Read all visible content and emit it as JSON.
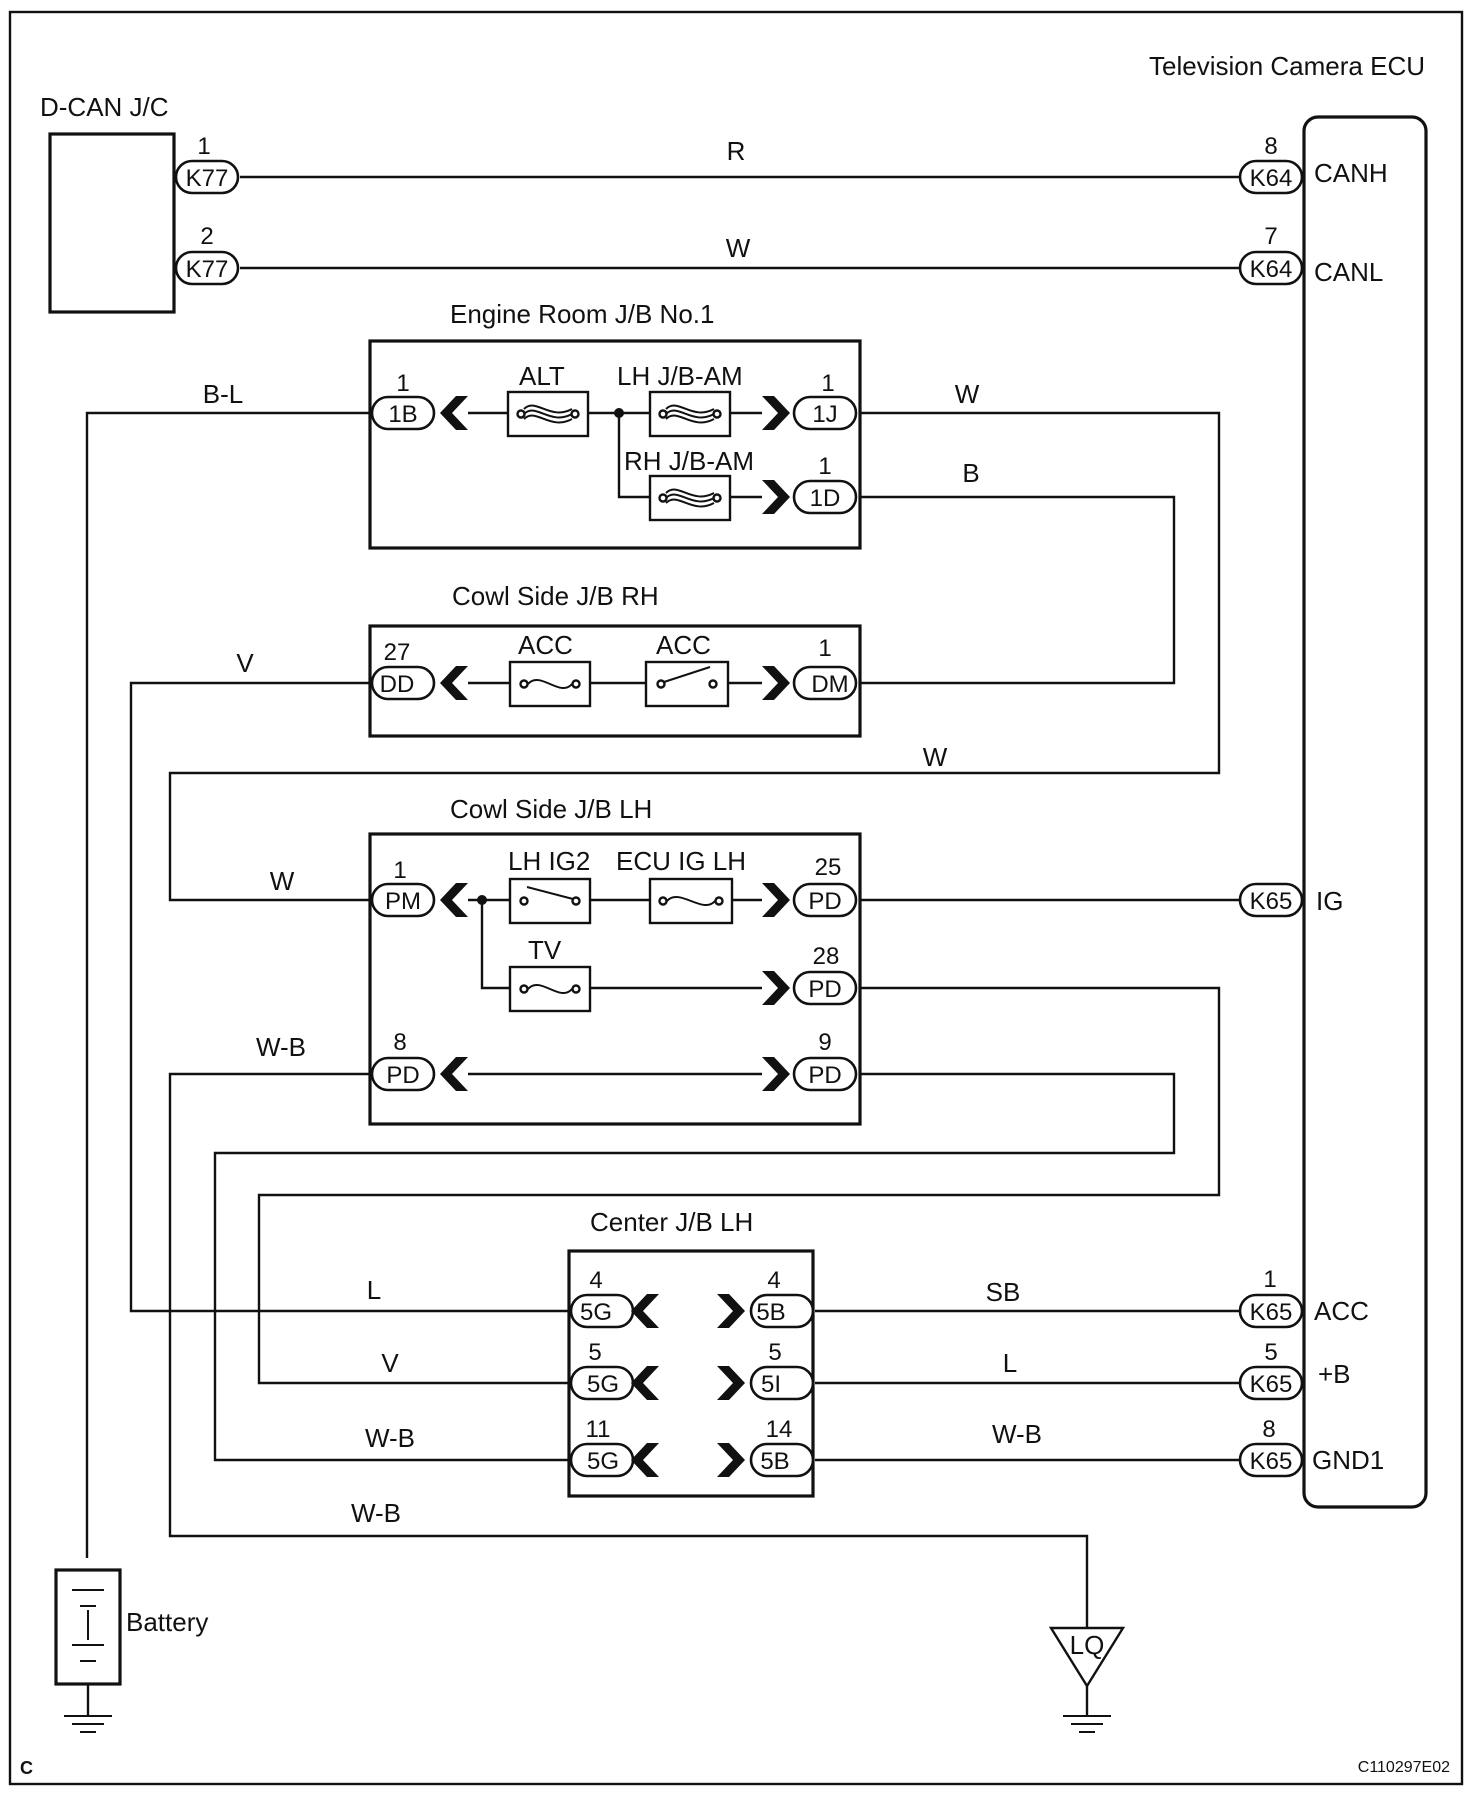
{
  "page": {
    "code": "C",
    "figure_id": "C110297E02"
  },
  "components": {
    "dcan": {
      "label": "D-CAN J/C"
    },
    "ecu": {
      "label": "Television Camera ECU"
    },
    "engine_jb": {
      "label": "Engine Room  J/B No.1"
    },
    "cowl_rh": {
      "label": "Cowl Side J/B RH"
    },
    "cowl_lh": {
      "label": "Cowl Side J/B LH"
    },
    "center_jb": {
      "label": "Center J/B LH"
    },
    "battery": {
      "label": "Battery"
    },
    "ground": {
      "label": "LQ"
    }
  },
  "fuses": {
    "alt": "ALT",
    "lh_jb_am": "LH J/B-AM",
    "rh_jb_am": "RH J/B-AM",
    "acc_fuse": "ACC",
    "acc_relay": "ACC",
    "lh_ig2": "LH IG2",
    "ecu_ig_lh": "ECU IG LH",
    "tv": "TV"
  },
  "connectors": {
    "k77_1": {
      "id": "K77",
      "pin": "1"
    },
    "k77_2": {
      "id": "K77",
      "pin": "2"
    },
    "k64_8": {
      "id": "K64",
      "pin": "8"
    },
    "k64_7": {
      "id": "K64",
      "pin": "7"
    },
    "k65_ig": {
      "id": "K65",
      "pin": ""
    },
    "k65_1": {
      "id": "K65",
      "pin": "1"
    },
    "k65_5": {
      "id": "K65",
      "pin": "5"
    },
    "k65_8": {
      "id": "K65",
      "pin": "8"
    },
    "eng_1b": {
      "id": "1B",
      "pin": "1"
    },
    "eng_1j": {
      "id": "1J",
      "pin": "1"
    },
    "eng_1d": {
      "id": "1D",
      "pin": "1"
    },
    "rh_dd": {
      "id": "DD",
      "pin": "27"
    },
    "rh_dm": {
      "id": "DM",
      "pin": "1"
    },
    "lh_pm": {
      "id": "PM",
      "pin": "1"
    },
    "lh_pd25": {
      "id": "PD",
      "pin": "25"
    },
    "lh_pd28": {
      "id": "PD",
      "pin": "28"
    },
    "lh_pd8": {
      "id": "PD",
      "pin": "8"
    },
    "lh_pd9": {
      "id": "PD",
      "pin": "9"
    },
    "c_5g4": {
      "id": "5G",
      "pin": "4"
    },
    "c_5b4": {
      "id": "5B",
      "pin": "4"
    },
    "c_5g5": {
      "id": "5G",
      "pin": "5"
    },
    "c_5i5": {
      "id": "5I",
      "pin": "5"
    },
    "c_5g11": {
      "id": "5G",
      "pin": "11"
    },
    "c_5b14": {
      "id": "5B",
      "pin": "14"
    }
  },
  "ecu_terminals": {
    "canh": "CANH",
    "canl": "CANL",
    "ig": "IG",
    "acc": "ACC",
    "b": "+B",
    "gnd1": "GND1"
  },
  "wire_colors": {
    "canh": "R",
    "canl": "W",
    "battery_feed": "B-L",
    "lh_jb_am_out": "W",
    "rh_jb_am_out": "B",
    "dd_out": "V",
    "w_loop": "W",
    "pm_in": "W",
    "pd8_ground": "W-B",
    "acc_left": "L",
    "acc_right": "SB",
    "b_left": "V",
    "b_right": "L",
    "gnd_left": "W-B",
    "gnd_right": "W-B",
    "lq_ground": "W-B"
  }
}
